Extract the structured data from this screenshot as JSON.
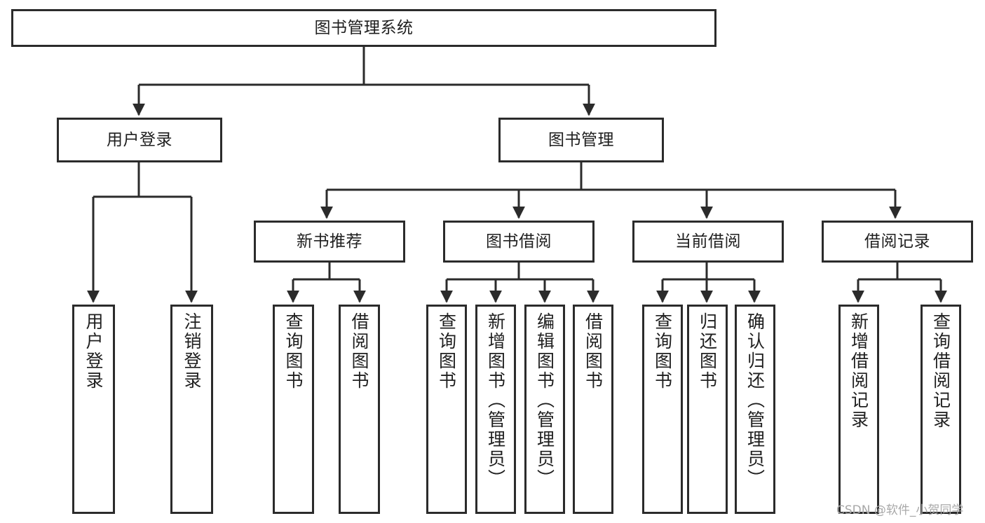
{
  "diagram": {
    "type": "tree-hierarchy",
    "title": "图书管理系统",
    "root": {
      "id": "root",
      "label": "图书管理系统"
    },
    "level2": [
      {
        "id": "user-login",
        "label": "用户登录"
      },
      {
        "id": "book-manage",
        "label": "图书管理"
      }
    ],
    "level3": [
      {
        "id": "new-book-recommend",
        "label": "新书推荐"
      },
      {
        "id": "book-borrow",
        "label": "图书借阅"
      },
      {
        "id": "current-borrow",
        "label": "当前借阅"
      },
      {
        "id": "borrow-record",
        "label": "借阅记录"
      }
    ],
    "leaves": {
      "user_login": [
        {
          "id": "leaf-user-login",
          "label": "用户登录"
        },
        {
          "id": "leaf-logout",
          "label": "注销登录"
        }
      ],
      "new_book_recommend": [
        {
          "id": "leaf-query-book-1",
          "label": "查询图书"
        },
        {
          "id": "leaf-borrow-book-1",
          "label": "借阅图书"
        }
      ],
      "book_borrow": [
        {
          "id": "leaf-query-book-2",
          "label": "查询图书"
        },
        {
          "id": "leaf-add-book",
          "label": "新增图书（管理员）"
        },
        {
          "id": "leaf-edit-book",
          "label": "编辑图书（管理员）"
        },
        {
          "id": "leaf-borrow-book-2",
          "label": "借阅图书"
        }
      ],
      "current_borrow": [
        {
          "id": "leaf-query-book-3",
          "label": "查询图书"
        },
        {
          "id": "leaf-return-book",
          "label": "归还图书"
        },
        {
          "id": "leaf-confirm-return",
          "label": "确认归还（管理员）"
        }
      ],
      "borrow_record": [
        {
          "id": "leaf-add-record",
          "label": "新增借阅记录"
        },
        {
          "id": "leaf-query-record",
          "label": "查询借阅记录"
        }
      ]
    }
  },
  "watermark": {
    "text": "CSDN @软件_小贺同学"
  },
  "colors": {
    "stroke": "#2b2b2b",
    "fill": "#ffffff",
    "text": "#1f1f1f",
    "watermark": "#a8a8a8"
  }
}
